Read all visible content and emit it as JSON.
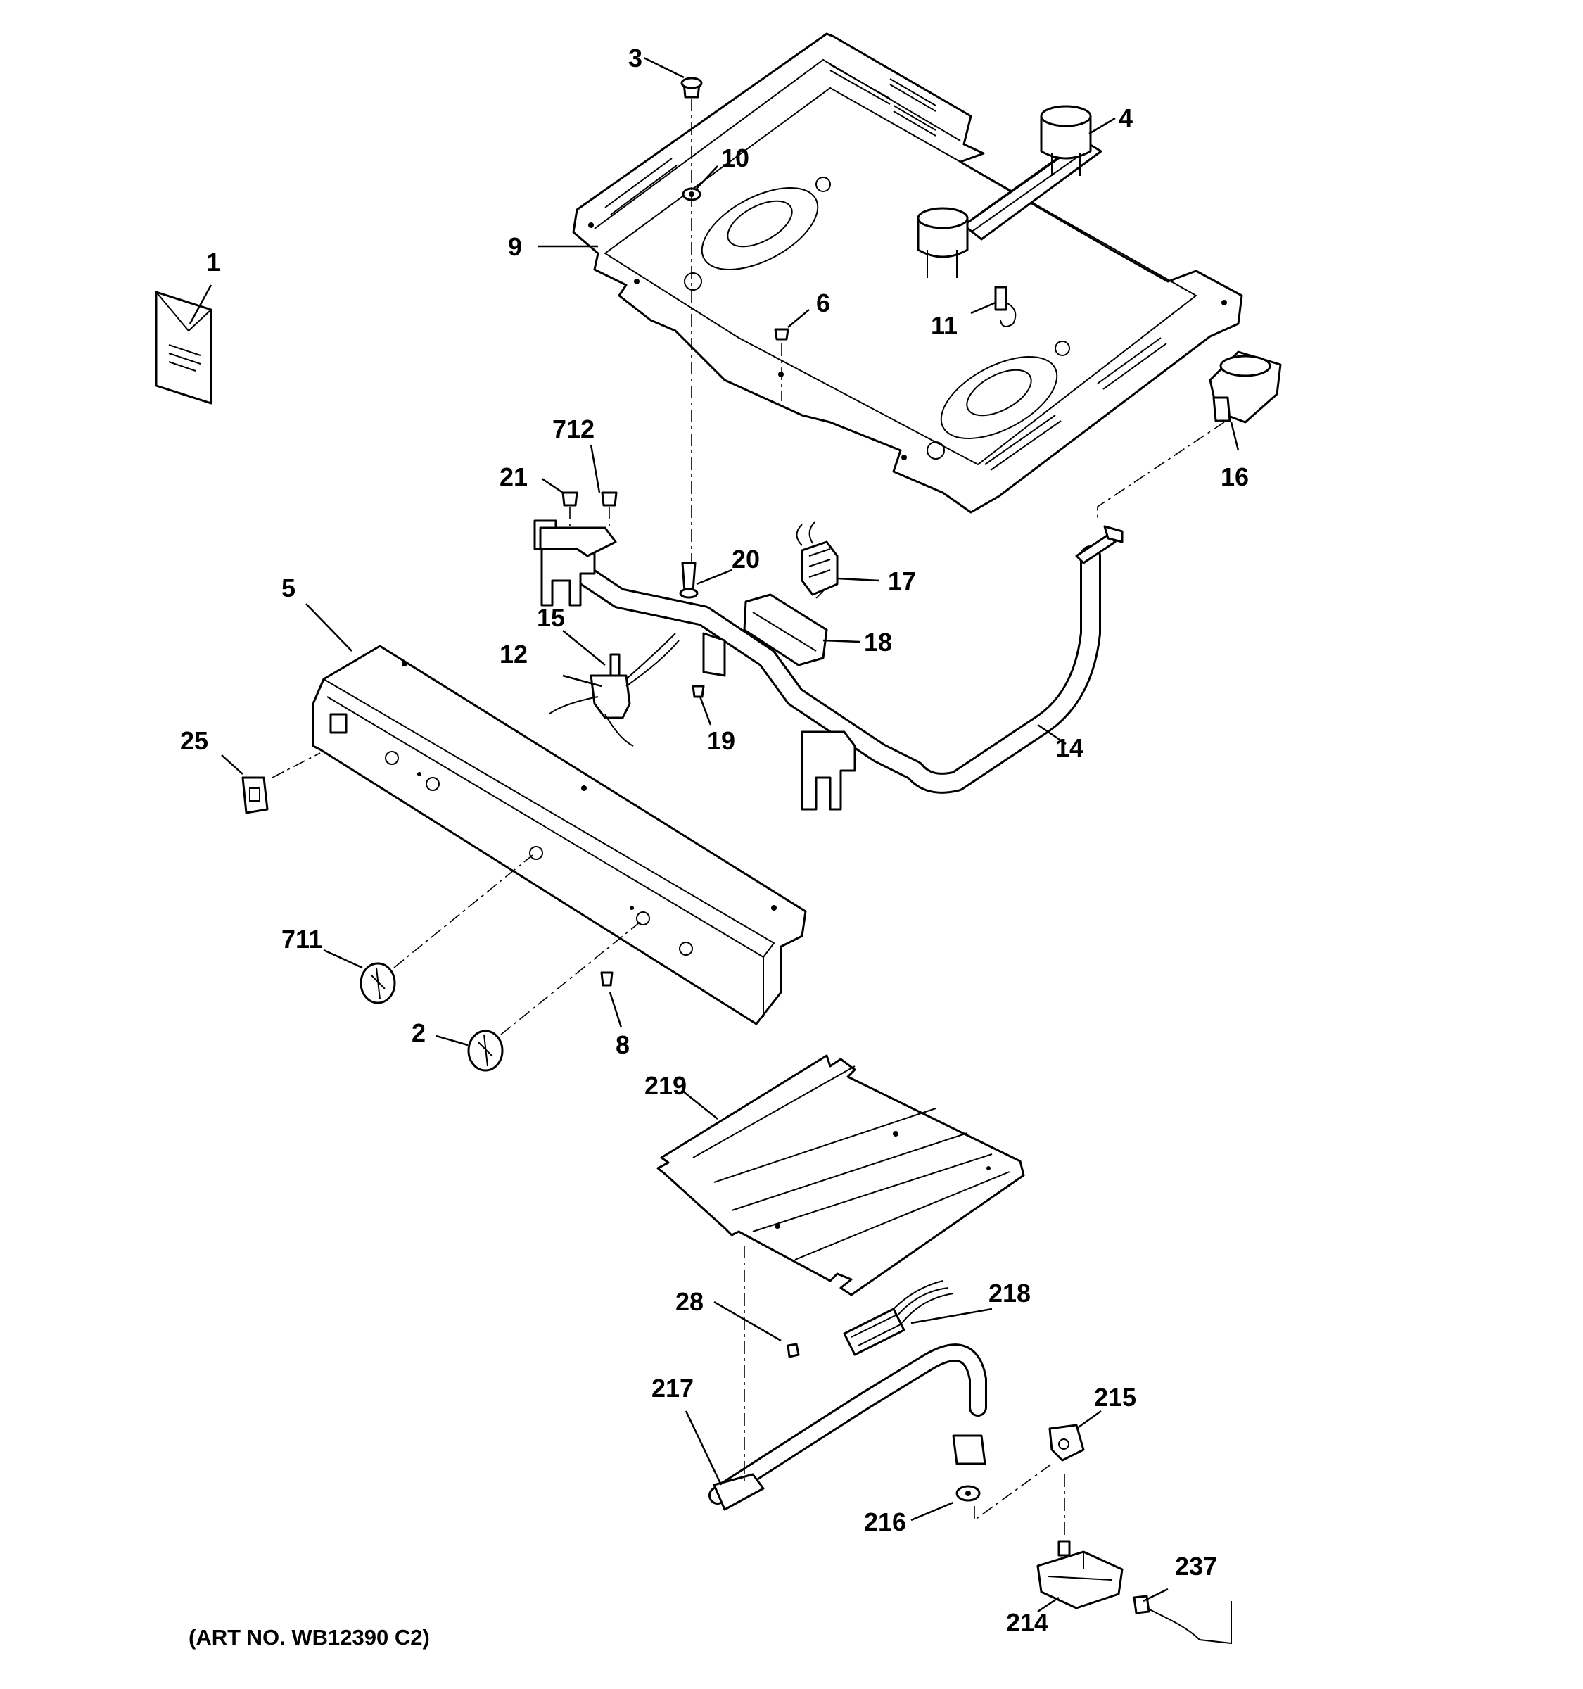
{
  "art_number": "(ART NO. WB12390 C2)",
  "callouts": {
    "p1": "1",
    "p2": "2",
    "p3": "3",
    "p4": "4",
    "p5": "5",
    "p6": "6",
    "p8": "8",
    "p9": "9",
    "p10": "10",
    "p11": "11",
    "p12": "12",
    "p14": "14",
    "p15": "15",
    "p16": "16",
    "p17": "17",
    "p18": "18",
    "p19": "19",
    "p20": "20",
    "p21": "21",
    "p25": "25",
    "p28": "28",
    "p214": "214",
    "p215": "215",
    "p216": "216",
    "p217": "217",
    "p218": "218",
    "p219": "219",
    "p237": "237",
    "p711": "711",
    "p712": "712"
  }
}
